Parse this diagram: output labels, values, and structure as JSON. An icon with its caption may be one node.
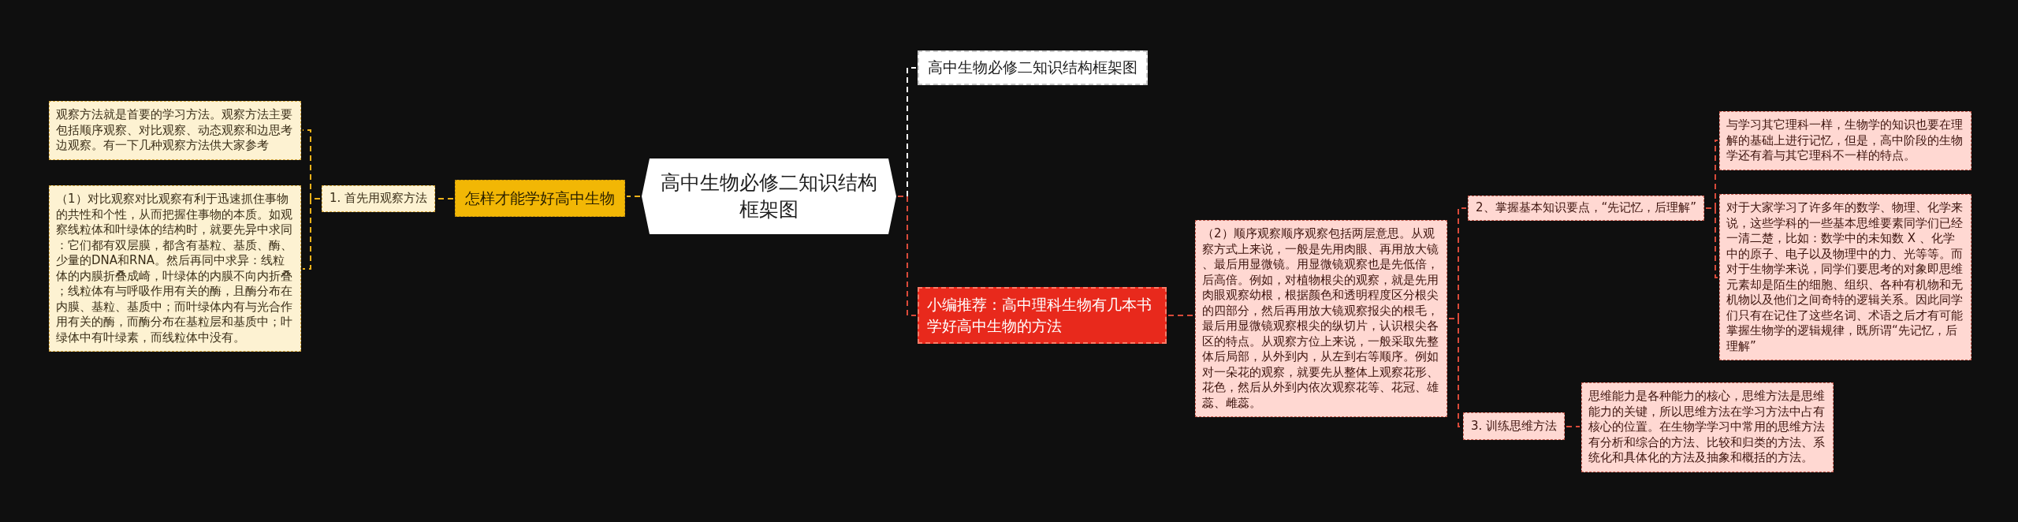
{
  "diagram": {
    "nodes": [
      {
        "text": [
          "高中生物必修二知识结构框架图"
        ]
      },
      {
        "text": [
          "怎样才能学好高中生物"
        ]
      },
      {
        "text": [
          "1. 首先用观察方法"
        ]
      },
      {
        "text": [
          "观察方法就是首要的学习方法。观察方法主要包括顺序观察、对比观察、动态观察和边思考边观察。有一下几种观察方法供大家参考"
        ]
      },
      {
        "text": [
          "（1）对比观察对比观察有利于迅速抓住事物的共性和个性，从而把握住事物的本质。如观察线粒体和叶绿体的结构时，就要先异中求同：它们都有双层膜，都含有基粒、基质、酶、少量的DNA和RNA。然后再同中求异：线粒体的内膜折叠成崎，叶绿体的内膜不向内折叠；线粒体有与呼吸作用有关的酶，且酶分布在内膜、基粒、基质中；而叶绿体内有与光合作用有关的酶，而酶分布在基粒层和基质中；叶绿体中有叶绿素，而线粒体中没有。"
        ]
      },
      {
        "text": [
          "高中生物必修二知识结构框架图"
        ]
      },
      {
        "text": [
          "小编推荐：高中理科生物有几本书学好高中生物的方法"
        ]
      },
      {
        "text": [
          "（2）顺序观察顺序观察包括两层意思。从观察方式上来说，一般是先用肉眼、再用放大镜、最后用显微镜。用显微镜观察也是先低倍，后高倍。例如，对植物根尖的观察，就是先用肉眼观察幼根，根据颜色和透明程度区分根尖的四部分，然后再用放大镜观察报尖的根毛，最后用显微镜观察根尖的纵切片，认识根尖各区的特点。从观察方位上来说，一般采取先整体后局部，从外到内，从左到右等顺序。例如对一朵花的观察，就要先从整体上观察花形、花色，然后从外到内依次观察花等、花冠、雄蕊、雌蕊。"
        ]
      },
      {
        "text": [
          "2、掌握基本知识要点，“先记忆，后理解”"
        ]
      },
      {
        "text": [
          "与学习其它理科一样，生物学的知识也要在理解的基础上进行记忆，但是，高中阶段的生物学还有着与其它理科不一样的特点。"
        ]
      },
      {
        "text": [
          "对于大家学习了许多年的数学、物理、化学来说，这些学科的一些基本思维要素同学们已经一清二楚，比如：数学中的未知数 X 、化学中的原子、电子以及物理中的力、光等等。而对于生物学来说，同学们要思考的对象即思维元素却是陌生的细胞、组织、各种有机物和无机物以及他们之间奇特的逻辑关系。因此同学们只有在记住了这些名词、术语之后才有可能掌握生物学的逻辑规律，既所谓“先记忆，后理解”"
        ]
      },
      {
        "text": [
          "3. 训练思维方法"
        ]
      },
      {
        "text": [
          "思维能力是各种能力的核心，思维方法是思维能力的关键，所以思维方法在学习方法中占有核心的位置。在生物学学习中常用的思维方法有分析和综合的方法、比较和归类的方法、系统化和具体化的方法及抽象和概括的方法。"
        ]
      }
    ],
    "edges": [
      {
        "from": 0,
        "to": 1,
        "arrow": "none",
        "style": "dashed",
        "color": "#efb21a"
      },
      {
        "from": 1,
        "to": 2,
        "arrow": "none",
        "style": "dashed",
        "color": "#efb21a"
      },
      {
        "from": 2,
        "to": 3,
        "arrow": "none",
        "style": "dashed",
        "color": "#efb21a"
      },
      {
        "from": 2,
        "to": 4,
        "arrow": "none",
        "style": "dashed",
        "color": "#efb21a"
      },
      {
        "from": 0,
        "to": 5,
        "arrow": "none",
        "style": "dashed",
        "color": "#ffffff"
      },
      {
        "from": 0,
        "to": 6,
        "arrow": "none",
        "style": "dashed"
      },
      {
        "from": 6,
        "to": 7,
        "arrow": "none",
        "style": "dashed"
      },
      {
        "from": 7,
        "to": 8,
        "arrow": "none",
        "style": "dashed"
      },
      {
        "from": 8,
        "to": 9,
        "arrow": "none",
        "style": "dashed"
      },
      {
        "from": 8,
        "to": 10,
        "arrow": "none",
        "style": "dashed"
      },
      {
        "from": 7,
        "to": 11,
        "arrow": "none",
        "style": "dashed"
      },
      {
        "from": 11,
        "to": 12,
        "arrow": "none",
        "style": "dashed"
      }
    ]
  }
}
